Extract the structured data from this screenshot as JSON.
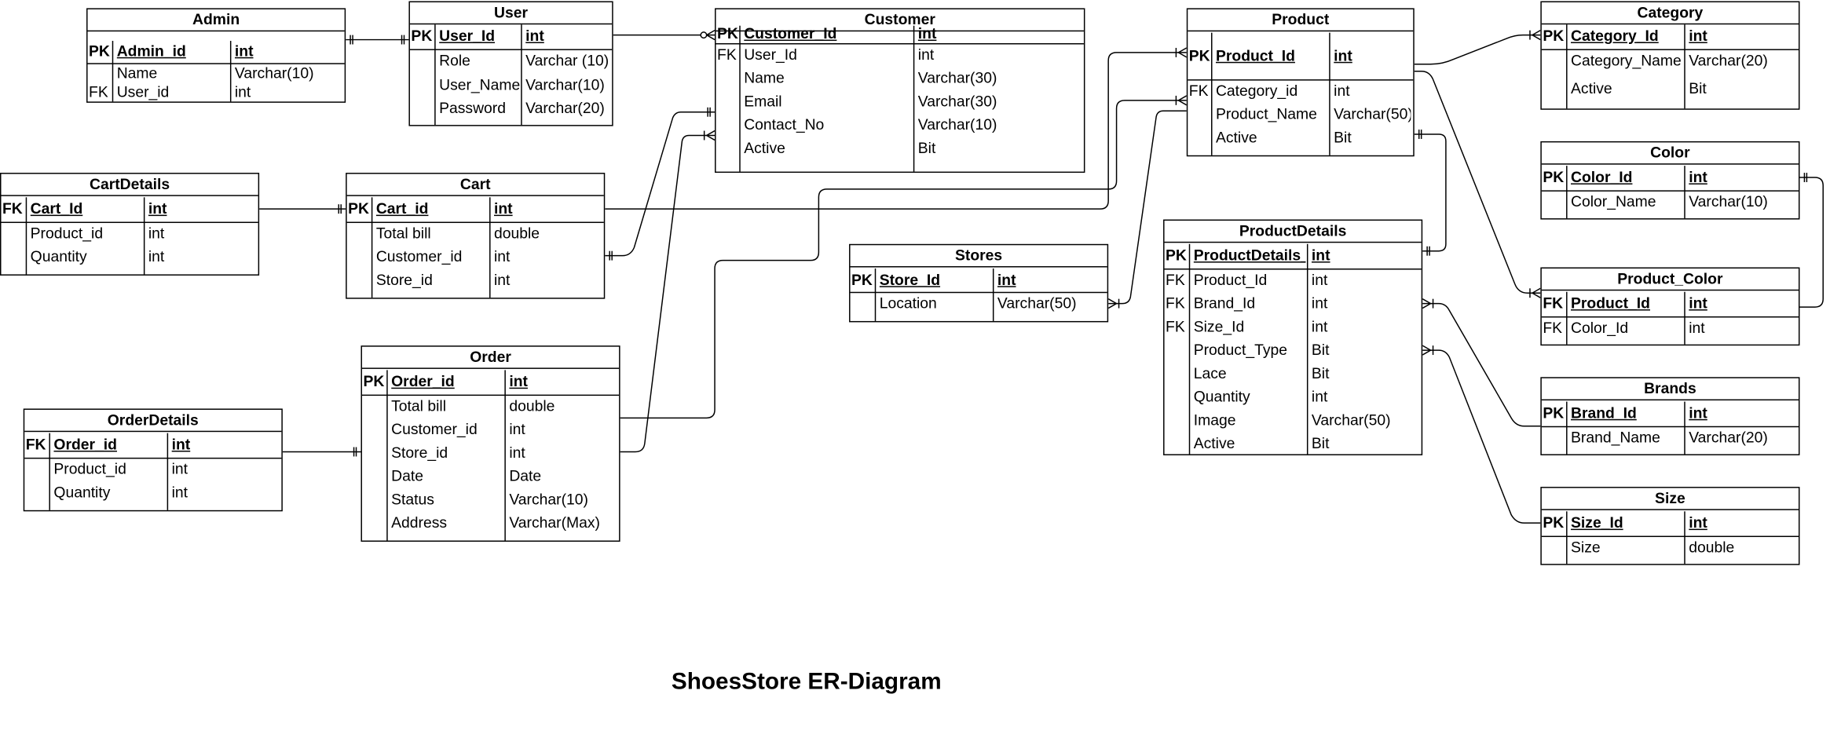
{
  "diagram_title": "ShoesStore  ER-Diagram",
  "tables": [
    {
      "name": "Admin",
      "rows": [
        {
          "key": "PK",
          "field": "Admin_id",
          "type": "int"
        },
        {
          "key": "",
          "field": "Name",
          "type": "Varchar(10)"
        },
        {
          "key": "FK",
          "field": "User_id",
          "type": "int"
        }
      ]
    },
    {
      "name": "User",
      "rows": [
        {
          "key": "PK",
          "field": "User_Id",
          "type": "int"
        },
        {
          "key": "",
          "field": "Role",
          "type": "Varchar (10)"
        },
        {
          "key": "",
          "field": "User_Name",
          "type": "Varchar(10)"
        },
        {
          "key": "",
          "field": "Password",
          "type": "Varchar(20)"
        }
      ]
    },
    {
      "name": "Customer",
      "rows": [
        {
          "key": "PK",
          "field": "Customer_Id",
          "type": "int"
        },
        {
          "key": "FK",
          "field": "User_Id",
          "type": "int"
        },
        {
          "key": "",
          "field": "Name",
          "type": "Varchar(30)"
        },
        {
          "key": "",
          "field": "Email",
          "type": "Varchar(30)"
        },
        {
          "key": "",
          "field": "Contact_No",
          "type": "Varchar(10)"
        },
        {
          "key": "",
          "field": "Active",
          "type": "Bit"
        }
      ]
    },
    {
      "name": "Product",
      "rows": [
        {
          "key": "PK",
          "field": "Product_Id",
          "type": "int"
        },
        {
          "key": "FK",
          "field": "Category_id",
          "type": "int"
        },
        {
          "key": "",
          "field": "Product_Name",
          "type": "Varchar(50)"
        },
        {
          "key": "",
          "field": "Active",
          "type": "Bit"
        }
      ]
    },
    {
      "name": "Category",
      "rows": [
        {
          "key": "PK",
          "field": "Category_Id",
          "type": "int"
        },
        {
          "key": "",
          "field": "Category_Name",
          "type": "Varchar(20)"
        },
        {
          "key": "",
          "field": "Active",
          "type": "Bit"
        }
      ]
    },
    {
      "name": "Color",
      "rows": [
        {
          "key": "PK",
          "field": "Color_Id",
          "type": "int"
        },
        {
          "key": "",
          "field": "Color_Name",
          "type": "Varchar(10)"
        }
      ]
    },
    {
      "name": "CartDetails",
      "rows": [
        {
          "key": "FK",
          "field": "Cart_Id",
          "type": "int"
        },
        {
          "key": "",
          "field": "Product_id",
          "type": "int"
        },
        {
          "key": "",
          "field": "Quantity",
          "type": "int"
        }
      ]
    },
    {
      "name": "Cart",
      "rows": [
        {
          "key": "PK",
          "field": "Cart_id",
          "type": "int"
        },
        {
          "key": "",
          "field": "Total bill",
          "type": "double"
        },
        {
          "key": "",
          "field": "Customer_id",
          "type": "int"
        },
        {
          "key": "",
          "field": "Store_id",
          "type": "int"
        }
      ]
    },
    {
      "name": "ProductDetails",
      "rows": [
        {
          "key": "PK",
          "field": "ProductDetails_",
          "type": "int"
        },
        {
          "key": "FK",
          "field": "Product_Id",
          "type": "int"
        },
        {
          "key": "FK",
          "field": "Brand_Id",
          "type": "int"
        },
        {
          "key": "FK",
          "field": "Size_Id",
          "type": "int"
        },
        {
          "key": "",
          "field": "Product_Type",
          "type": "Bit"
        },
        {
          "key": "",
          "field": "Lace",
          "type": "Bit"
        },
        {
          "key": "",
          "field": "Quantity",
          "type": "int"
        },
        {
          "key": "",
          "field": "Image",
          "type": "Varchar(50)"
        },
        {
          "key": "",
          "field": "Active",
          "type": "Bit"
        }
      ]
    },
    {
      "name": "Stores",
      "rows": [
        {
          "key": "PK",
          "field": "Store_Id",
          "type": "int"
        },
        {
          "key": "",
          "field": "Location",
          "type": "Varchar(50)"
        }
      ]
    },
    {
      "name": "Product_Color",
      "rows": [
        {
          "key": "FK",
          "field": "Product_Id",
          "type": "int"
        },
        {
          "key": "FK",
          "field": "Color_Id",
          "type": "int"
        }
      ]
    },
    {
      "name": "Order",
      "rows": [
        {
          "key": "PK",
          "field": "Order_id",
          "type": "int"
        },
        {
          "key": "",
          "field": "Total bill",
          "type": "double"
        },
        {
          "key": "",
          "field": "Customer_id",
          "type": "int"
        },
        {
          "key": "",
          "field": "Store_id",
          "type": "int"
        },
        {
          "key": "",
          "field": "Date",
          "type": "Date"
        },
        {
          "key": "",
          "field": "Status",
          "type": "Varchar(10)"
        },
        {
          "key": "",
          "field": "Address",
          "type": "Varchar(Max)"
        }
      ]
    },
    {
      "name": "OrderDetails",
      "rows": [
        {
          "key": "FK",
          "field": "Order_id",
          "type": "int"
        },
        {
          "key": "",
          "field": "Product_id",
          "type": "int"
        },
        {
          "key": "",
          "field": "Quantity",
          "type": "int"
        }
      ]
    },
    {
      "name": "Brands",
      "rows": [
        {
          "key": "PK",
          "field": "Brand_Id",
          "type": "int"
        },
        {
          "key": "",
          "field": "Brand_Name",
          "type": "Varchar(20)"
        }
      ]
    },
    {
      "name": "Size",
      "rows": [
        {
          "key": "PK",
          "field": "Size_Id",
          "type": "int"
        },
        {
          "key": "",
          "field": "Size",
          "type": "double"
        }
      ]
    }
  ]
}
